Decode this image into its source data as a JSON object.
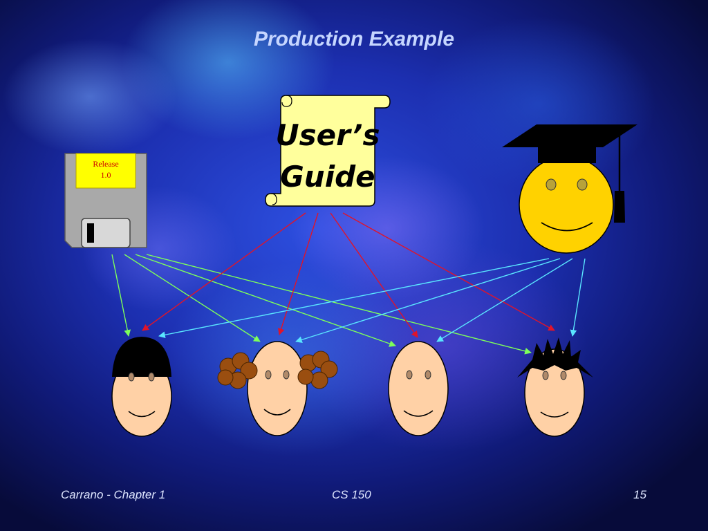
{
  "slide": {
    "title": "Production Example",
    "footer": {
      "left": "Carrano - Chapter 1",
      "center": "CS 150",
      "page_number": "15"
    }
  },
  "diagram": {
    "floppy": {
      "label_line1": "Release",
      "label_line2": "1.0"
    },
    "scroll": {
      "line1": "User’s",
      "line2": "Guide"
    },
    "colors": {
      "floppy_arrows": "#7dff5a",
      "guide_arrows": "#e0142a",
      "graduate_arrows": "#5ae6ff",
      "face_skin": "#ffd1a6",
      "graduate_face": "#ffd200",
      "scroll_fill": "#ffff9c",
      "floppy_label": "#ffff00"
    },
    "icons": [
      "floppy-disk-icon",
      "scroll-icon",
      "graduate-face-icon",
      "face-icon"
    ]
  }
}
